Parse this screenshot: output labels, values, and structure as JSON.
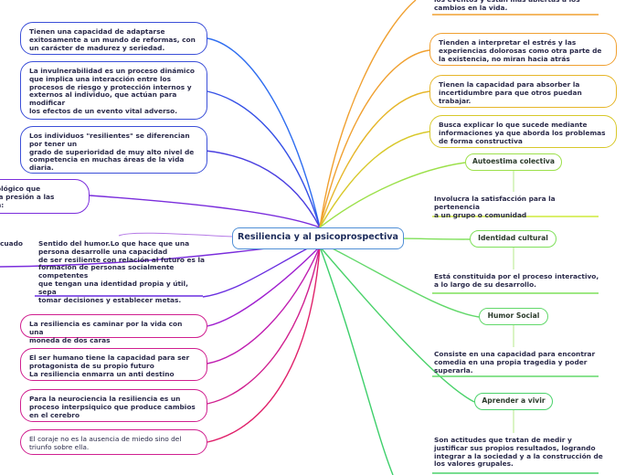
{
  "center": {
    "title": "Resiliencia y al psicoprospectiva"
  },
  "left": [
    {
      "text": "Tienen una capacidad de adaptarse\nexitosamente a un mundo de reformas, con\nun carácter de madurez y seriedad."
    },
    {
      "text": "La  invulnerabilidad es un proceso dinámico\nque implica una interacción entre los\nprocesos de riesgo y protección internos y\nexternos al individuo, que actúan para\nmodificar\nlos efectos de un evento vital adverso."
    },
    {
      "text": "Los individuos \"resilientes\" se diferencian\npor tener un\ngrado de superioridad de muy alto nivel de\ncompetencia en muchas áreas de la vida\ndiaria."
    },
    {
      "text": "ológico que\nla presión a las\nn:"
    },
    {
      "text": "cuado"
    },
    {
      "text": "Sentido del humor.Lo que hace que una\npersona desarrolle una capacidad\nde ser resiliente con relación al futuro es la\nformación de personas socialmente\ncompetentes\nque tengan una identidad propia y útil, sepa\ntomar decisiones y establecer metas."
    },
    {
      "text": "La resiliencia es caminar por la vida con una\nmoneda de dos caras"
    },
    {
      "text": "El ser humano tiene la capacidad para ser\nprotagonista de su propio futuro\nLa resiliencia enmarra un anti destino"
    },
    {
      "text": "Para la neurociencia la resiliencia es un\nproceso interpsiquico que produce cambios\nen el cerebro"
    },
    {
      "text": "El coraje no es la ausencia de miedo sino del\ntriunfo sobre ella."
    }
  ],
  "right": {
    "top_fragment": "los eventos y están más abiertas a los\ncambios en la vida.",
    "boxes": [
      {
        "text": "Tienden a interpretar el estrés y las\nexperiencias dolorosas como otra parte de\nla existencia, no miran hacia atrás"
      },
      {
        "text": "Tienen la capacidad para absorber la\nincertidumbre para que otros puedan\ntrabajar."
      },
      {
        "text": "Busca explicar lo que sucede mediante\ninformaciones ya que aborda los problemas\nde forma constructiva"
      }
    ],
    "pills": [
      {
        "label": "Autoestima colectiva",
        "desc": "Involucra la satisfacción para la pertenencia\na un grupo o comunidad"
      },
      {
        "label": "Identidad cultural",
        "desc": "Está constituida por el proceso interactivo,\na lo largo de su desarrollo."
      },
      {
        "label": "Humor Social",
        "desc": "Consiste en una capacidad para encontrar\ncomedia en una propia tragedia y poder\nsuperarla."
      },
      {
        "label": "Aprender a vivir",
        "desc": "Son actitudes que tratan  de medir y\njustificar sus propios resultados, logrando\nintegrar a la sociedad y a la construcción de\nlos valores grupales."
      }
    ]
  }
}
